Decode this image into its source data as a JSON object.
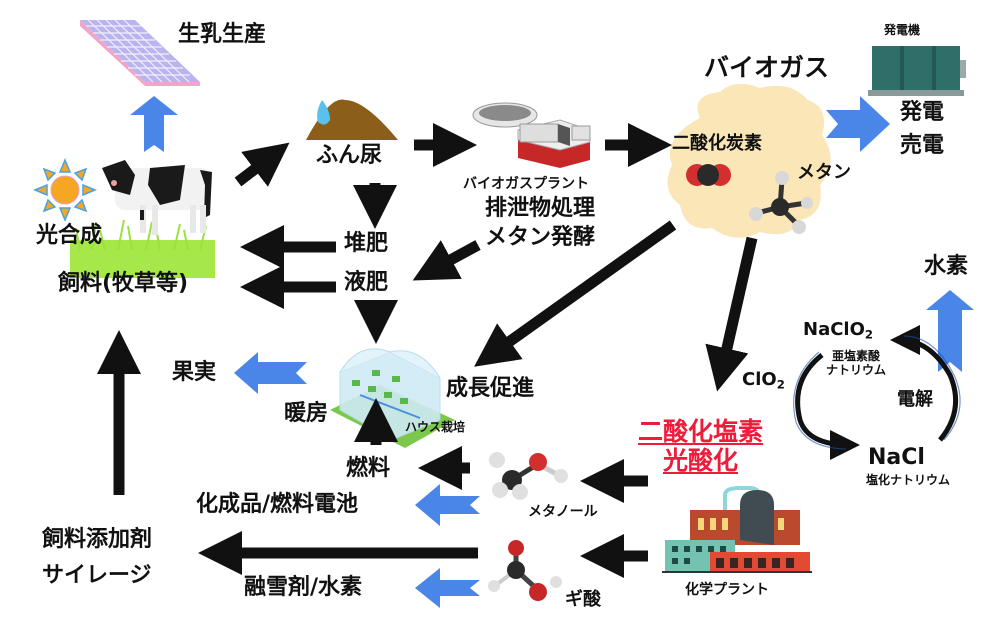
{
  "title": "酪農バイオガス・二酸化塩素光酸化による資源循環",
  "colors": {
    "black_arrow": "#111111",
    "blue_arrow": "#4a86e8",
    "red_highlight": "#ee1c3a",
    "biogas_cloud": "#fbe6b8",
    "generator": "#2f6f6a",
    "grass": "#a6e84a",
    "manure": "#8b5e1a"
  },
  "nodes": {
    "milk": "生乳生産",
    "photosynthesis": "光合成",
    "feed": "飼料(牧草等)",
    "manure": "ふん尿",
    "compost": "堆肥",
    "liquid_fertilizer": "液肥",
    "biogas_plant": "バイオガスプラント",
    "biogas_process_1": "排泄物処理",
    "biogas_process_2": "メタン発酵",
    "biogas": "バイオガス",
    "co2": "二酸化炭素",
    "methane": "メタン",
    "generator": "発電機",
    "power_1": "発電",
    "power_2": "売電",
    "hydrogen": "水素",
    "naclo2": "NaClO",
    "naclo2_sub": "2",
    "naclo2_name_1": "亜塩素酸",
    "naclo2_name_2": "ナトリウム",
    "clo2": "ClO",
    "clo2_sub": "2",
    "electrolysis": "電解",
    "nacl": "NaCl",
    "nacl_name": "塩化ナトリウム",
    "clo2_photo_1": "二酸化塩素",
    "clo2_photo_2": "光酸化",
    "growth": "成長促進",
    "greenhouse": "ハウス栽培",
    "fruit": "果実",
    "heating": "暖房",
    "fuel": "燃料",
    "chemicals": "化成品/燃料電池",
    "methanol": "メタノール",
    "feed_additive_1": "飼料添加剤",
    "feed_additive_2": "サイレージ",
    "snowmelt": "融雪剤/水素",
    "formic_acid": "ギ酸",
    "chemical_plant": "化学プラント"
  }
}
